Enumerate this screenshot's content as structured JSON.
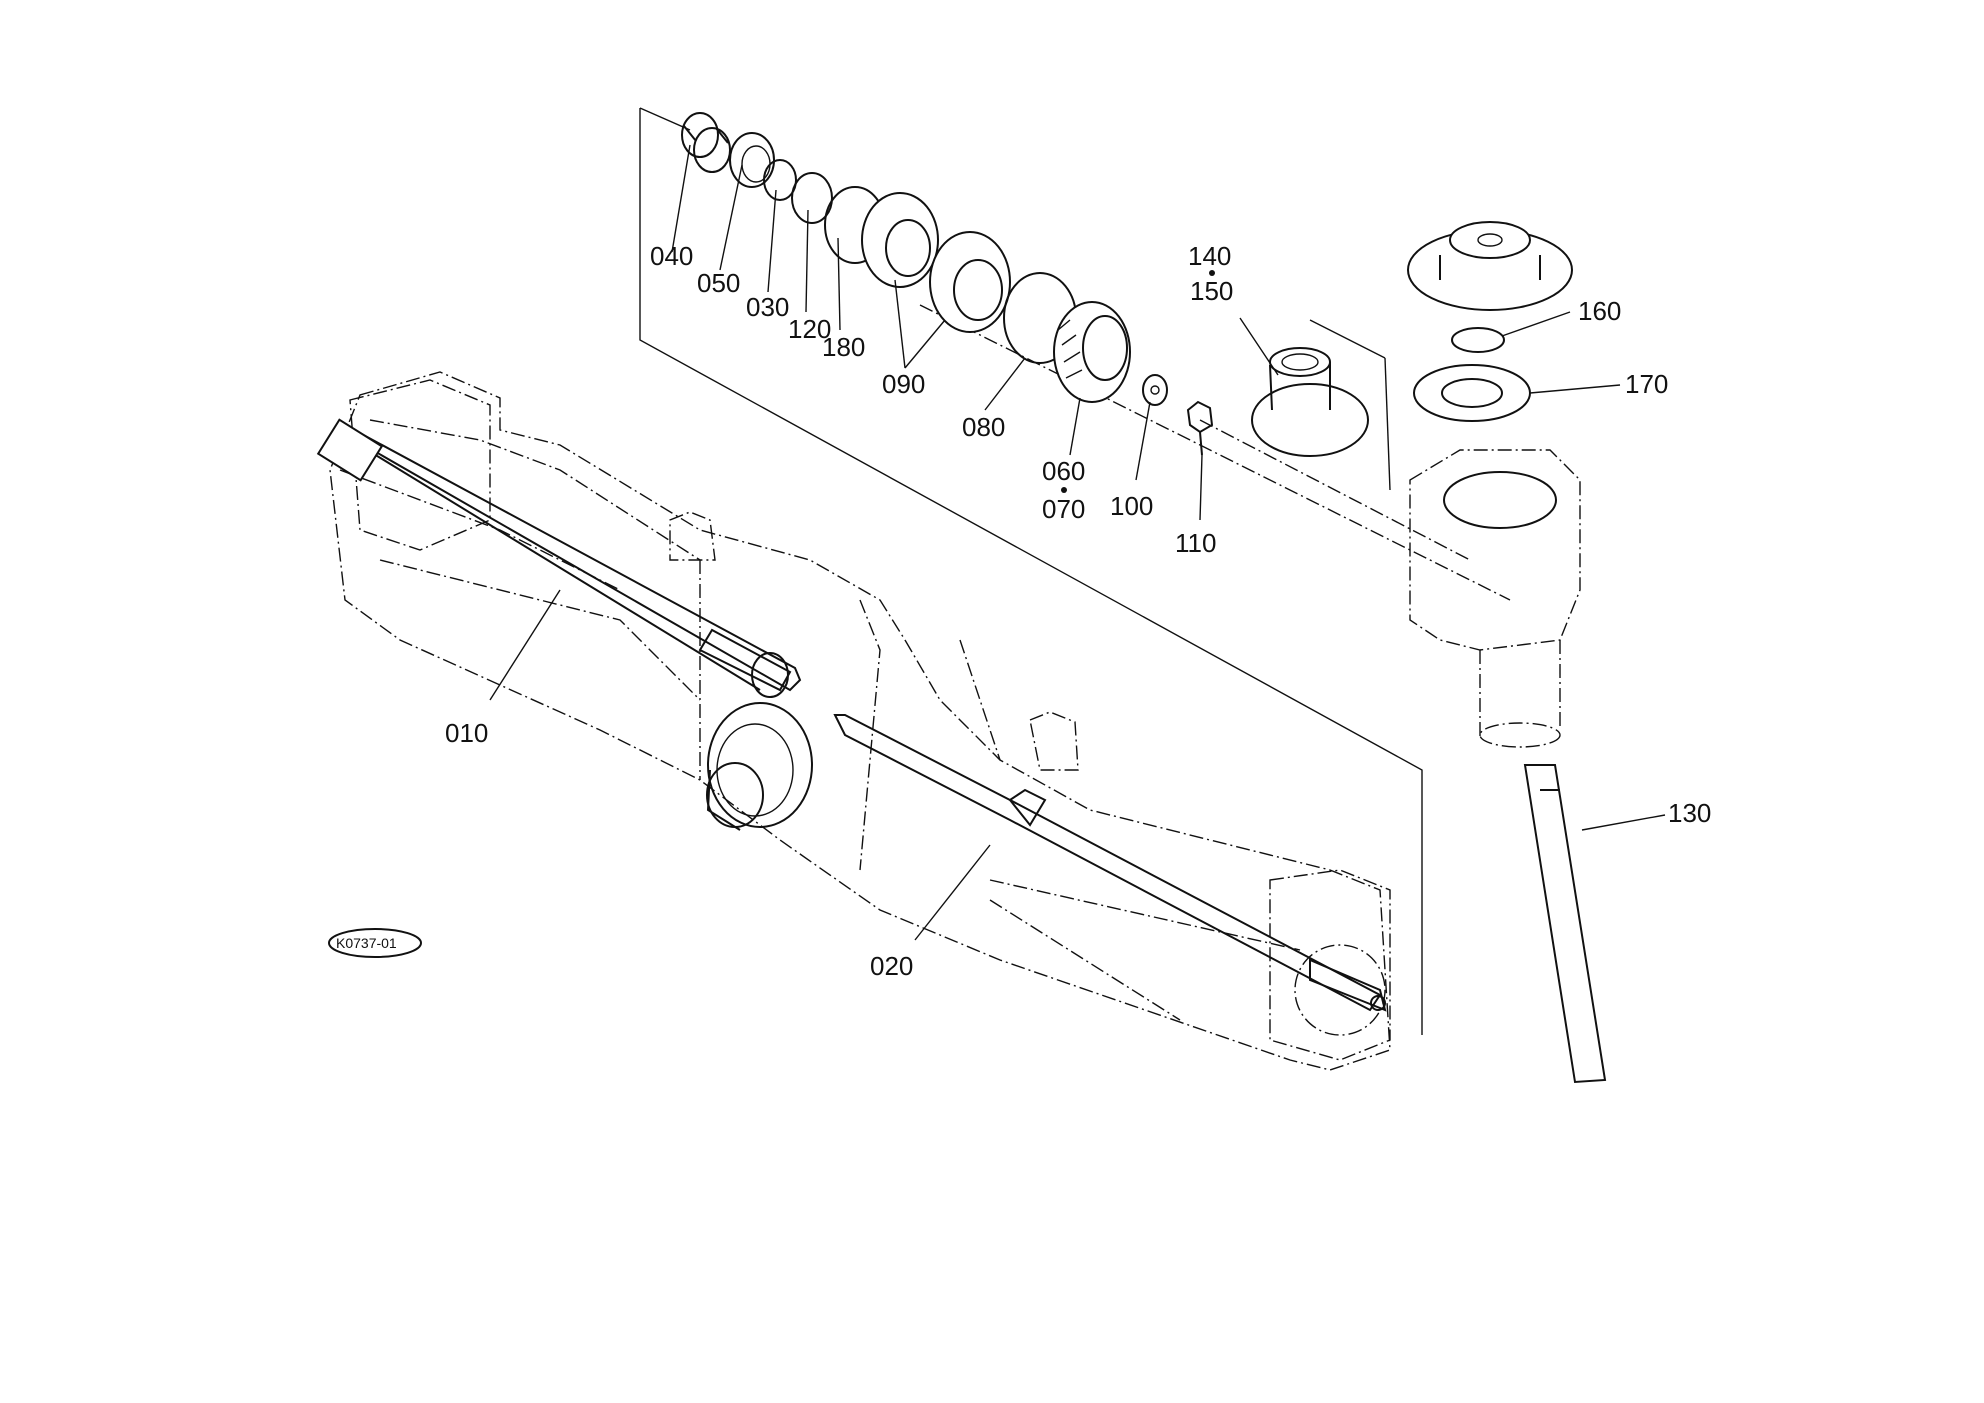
{
  "callouts": {
    "p010": "010",
    "p020": "020",
    "p030": "030",
    "p040": "040",
    "p050": "050",
    "p060": "060",
    "p070": "070",
    "p080": "080",
    "p090": "090",
    "p100": "100",
    "p110": "110",
    "p120": "120",
    "p130": "130",
    "p140": "140",
    "p150": "150",
    "p160": "160",
    "p170": "170",
    "p180": "180"
  },
  "drawing_code": "K0737-01"
}
